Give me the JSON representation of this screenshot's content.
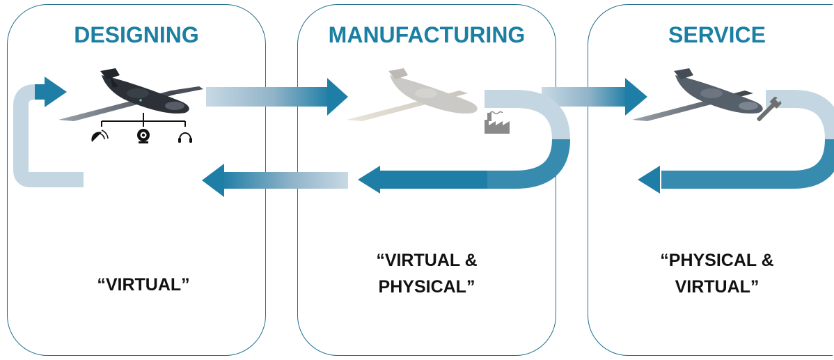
{
  "stages": [
    {
      "title": "DESIGNING",
      "caption_lines": [
        "“VIRTUAL”"
      ]
    },
    {
      "title": "MANUFACTURING",
      "caption_lines": [
        "“VIRTUAL &",
        "PHYSICAL”"
      ]
    },
    {
      "title": "SERVICE",
      "caption_lines": [
        "“PHYSICAL &",
        "VIRTUAL”"
      ]
    }
  ],
  "colors": {
    "accent": "#1b7fa3",
    "panel_border": "#1f6f8b",
    "arrow_dark": "#1f7ea6",
    "arrow_light": "#c4d6e2",
    "icon_gray": "#8a8a8a",
    "caption": "#111111"
  },
  "icons": [
    "drone-icon",
    "satellite-icon",
    "webcam-icon",
    "headset-icon",
    "factory-icon",
    "wrench-icon"
  ]
}
